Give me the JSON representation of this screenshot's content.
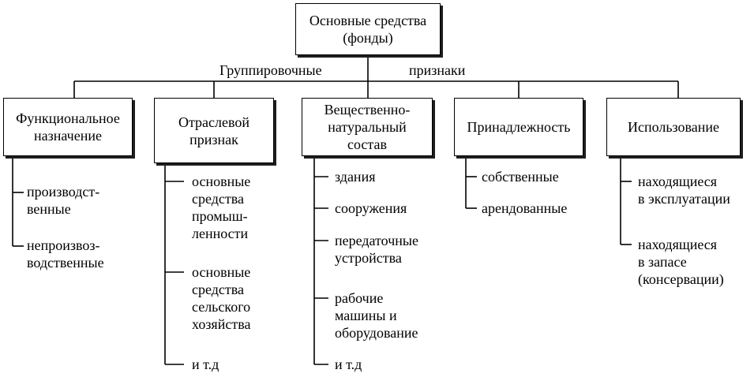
{
  "root": {
    "label": "Основные средства\n(фонды)"
  },
  "caption": {
    "left": "Группировочные",
    "right": "признаки"
  },
  "categories": [
    {
      "label": "Функциональное\nназначение",
      "items": [
        "производст-\nвенные",
        "непроизвоз-\nводственные"
      ]
    },
    {
      "label": "Отраслевой\nпризнак",
      "items": [
        "основные\nсредства\nпромыш-\nленности",
        "основные\nсредства\nсельского\nхозяйства",
        "и т.д"
      ]
    },
    {
      "label": "Вещественно-\nнатуральный\nсостав",
      "items": [
        "здания",
        "сооружения",
        "передаточные\nустройства",
        "рабочие\nмашины и\nоборудование",
        "и т.д"
      ]
    },
    {
      "label": "Принадлежность",
      "items": [
        "собственные",
        "арендованные"
      ]
    },
    {
      "label": "Использование",
      "items": [
        "находящиеся\nв эксплуатации",
        "находящиеся\nв запасе\n(консервации)"
      ]
    }
  ]
}
